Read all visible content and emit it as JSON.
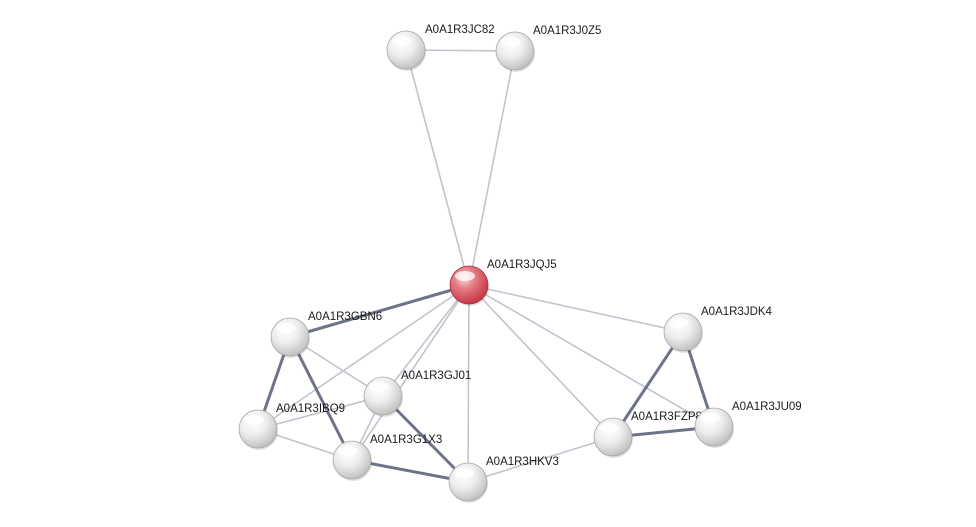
{
  "network": {
    "nodes": [
      {
        "id": "JQJ5",
        "label": "A0A1R3JQJ5",
        "query": true
      },
      {
        "id": "JC82",
        "label": "A0A1R3JC82",
        "query": false
      },
      {
        "id": "J0Z5",
        "label": "A0A1R3J0Z5",
        "query": false
      },
      {
        "id": "GBN6",
        "label": "A0A1R3GBN6",
        "query": false
      },
      {
        "id": "GJ01",
        "label": "A0A1R3GJ01",
        "query": false
      },
      {
        "id": "IBQ9",
        "label": "A0A1R3IBQ9",
        "query": false
      },
      {
        "id": "G1X3",
        "label": "A0A1R3G1X3",
        "query": false
      },
      {
        "id": "HKV3",
        "label": "A0A1R3HKV3",
        "query": false
      },
      {
        "id": "FZP8",
        "label": "A0A1R3FZP8",
        "query": false
      },
      {
        "id": "JDK4",
        "label": "A0A1R3JDK4",
        "query": false
      },
      {
        "id": "JU09",
        "label": "A0A1R3JU09",
        "query": false
      }
    ],
    "edges": [
      {
        "source": "JQJ5",
        "target": "JC82",
        "strength": "weak"
      },
      {
        "source": "JQJ5",
        "target": "J0Z5",
        "strength": "weak"
      },
      {
        "source": "JC82",
        "target": "J0Z5",
        "strength": "weak"
      },
      {
        "source": "JQJ5",
        "target": "GBN6",
        "strength": "strong"
      },
      {
        "source": "JQJ5",
        "target": "GJ01",
        "strength": "weak"
      },
      {
        "source": "JQJ5",
        "target": "IBQ9",
        "strength": "weak"
      },
      {
        "source": "JQJ5",
        "target": "G1X3",
        "strength": "weak"
      },
      {
        "source": "JQJ5",
        "target": "HKV3",
        "strength": "weak"
      },
      {
        "source": "JQJ5",
        "target": "FZP8",
        "strength": "weak"
      },
      {
        "source": "JQJ5",
        "target": "JDK4",
        "strength": "weak"
      },
      {
        "source": "JQJ5",
        "target": "JU09",
        "strength": "weak"
      },
      {
        "source": "GBN6",
        "target": "IBQ9",
        "strength": "strong"
      },
      {
        "source": "GBN6",
        "target": "G1X3",
        "strength": "strong"
      },
      {
        "source": "GBN6",
        "target": "GJ01",
        "strength": "weak"
      },
      {
        "source": "IBQ9",
        "target": "GJ01",
        "strength": "weak"
      },
      {
        "source": "IBQ9",
        "target": "G1X3",
        "strength": "weak"
      },
      {
        "source": "GJ01",
        "target": "G1X3",
        "strength": "weak"
      },
      {
        "source": "GJ01",
        "target": "HKV3",
        "strength": "strong"
      },
      {
        "source": "G1X3",
        "target": "HKV3",
        "strength": "strong"
      },
      {
        "source": "HKV3",
        "target": "FZP8",
        "strength": "weak"
      },
      {
        "source": "FZP8",
        "target": "JDK4",
        "strength": "strong"
      },
      {
        "source": "FZP8",
        "target": "JU09",
        "strength": "strong"
      },
      {
        "source": "JDK4",
        "target": "JU09",
        "strength": "strong"
      }
    ]
  },
  "colors": {
    "weak_edge": "#c3c3cf",
    "strong_edge": "#6d7388",
    "query_node": "#d64a55",
    "node": "#d9d9d9"
  }
}
